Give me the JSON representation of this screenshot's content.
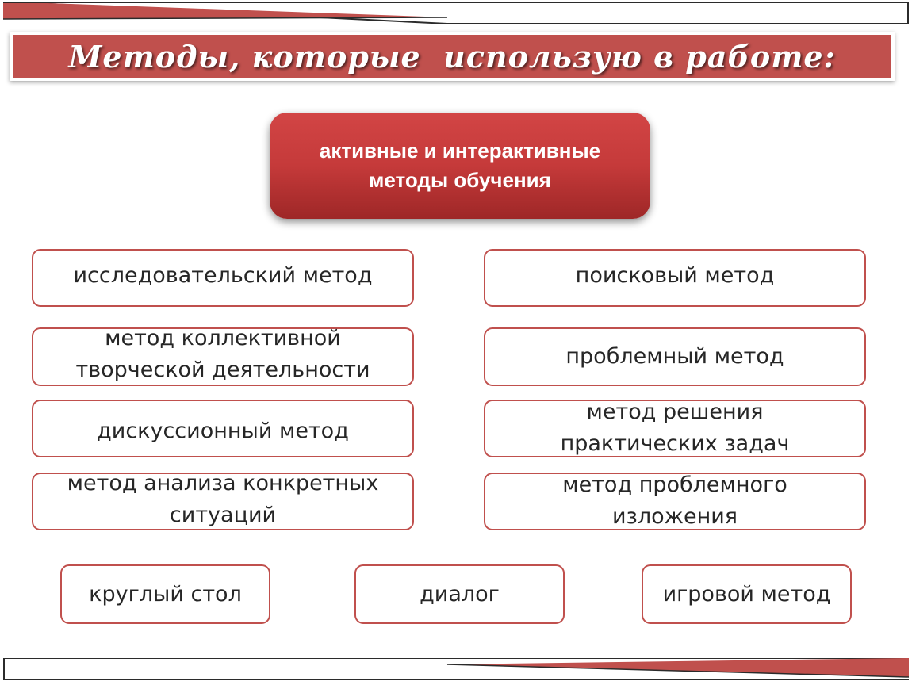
{
  "title": "Методы, которые  использую в работе:",
  "center": {
    "line1": "активные и интерактивные",
    "line2": "методы  обучения"
  },
  "methods": {
    "research": "исследовательский метод",
    "search": "поисковый метод",
    "collective_line1": "метод коллективной",
    "collective_line2": "творческой деятельности",
    "problem": "проблемный метод",
    "discussion": "дискуссионный метод",
    "practical_line1": "метод решения",
    "practical_line2": "практических задач",
    "case_line1": "метод анализа конкретных",
    "case_line2": "ситуаций",
    "problem_exposition_line1": "метод проблемного",
    "problem_exposition_line2": "изложения",
    "round_table": "круглый стол",
    "dialog": "диалог",
    "game": "игровой метод"
  },
  "colors": {
    "accent": "#c0504d",
    "center_fill": "#c53a3a",
    "stripe": "#c0504d"
  }
}
